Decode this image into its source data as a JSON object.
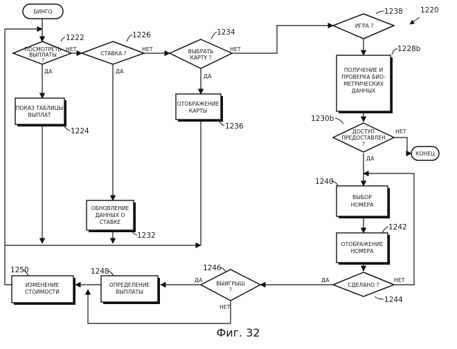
{
  "figure": {
    "ref_number": "1220",
    "caption": "Фиг. 32"
  },
  "nodes": {
    "start": {
      "lines": [
        "БИНГО"
      ]
    },
    "view_payouts": {
      "lines": [
        "ПОСМОТРЕТЬ",
        "ВЫПЛАТЫ",
        "?"
      ],
      "ref": "1222"
    },
    "bet": {
      "lines": [
        "СТАВКА ?"
      ],
      "ref": "1226"
    },
    "choose_card": {
      "lines": [
        "ВЫБРАТЬ",
        "КАРТУ ?"
      ],
      "ref": "1234"
    },
    "game": {
      "lines": [
        "ИГРА ?"
      ],
      "ref": "1238"
    },
    "show_table": {
      "lines": [
        "ПОКАЗ ТАБЛИЦЫ",
        "ВЫПЛАТ"
      ],
      "ref": "1224"
    },
    "show_card": {
      "lines": [
        "ОТОБРАЖЕНИЕ",
        "КАРТЫ"
      ],
      "ref": "1236"
    },
    "biometrics": {
      "lines": [
        "ПОЛУЧЕНИЕ И",
        "ПРОВЕРКА БИО-",
        "МЕТРИЧЕСКИХ",
        "ДАННЫХ"
      ],
      "ref": "1228b"
    },
    "access": {
      "lines": [
        "ДОСТУП",
        "ПРЕДОСТАВЛЕН",
        "?"
      ],
      "ref": "1230b"
    },
    "end": {
      "lines": [
        "КОНЕЦ"
      ]
    },
    "update_bet": {
      "lines": [
        "ОБНОВЛЕНИЕ",
        "ДАННЫХ О",
        "СТАВКЕ"
      ],
      "ref": "1232"
    },
    "select_number": {
      "lines": [
        "ВЫБОР",
        "НОМЕРА"
      ],
      "ref": "1240"
    },
    "show_number": {
      "lines": [
        "ОТОБРАЖЕНИЕ",
        "НОМЕРА"
      ],
      "ref": "1242"
    },
    "done": {
      "lines": [
        "СДЕЛАНО ?"
      ],
      "ref": "1244"
    },
    "win": {
      "lines": [
        "ВЫИГРЫШ",
        "?"
      ],
      "ref": "1246"
    },
    "determine_payout": {
      "lines": [
        "ОПРЕДЕЛЕНИЕ",
        "ВЫПЛАТЫ"
      ],
      "ref": "1248"
    },
    "change_cost": {
      "lines": [
        "ИЗМЕНЕНИЕ",
        "СТОИМОСТИ"
      ],
      "ref": "1250"
    }
  },
  "edge_labels": {
    "view_no": "НЕТ",
    "view_yes": "ДА",
    "bet_no": "НЕТ",
    "bet_yes": "ДА",
    "card_no": "НЕТ",
    "card_yes": "ДА",
    "access_no": "НЕТ",
    "access_yes": "ДА",
    "done_yes": "ДА",
    "done_no": "НЕТ",
    "win_yes": "ДА",
    "win_no": "НЕТ"
  }
}
